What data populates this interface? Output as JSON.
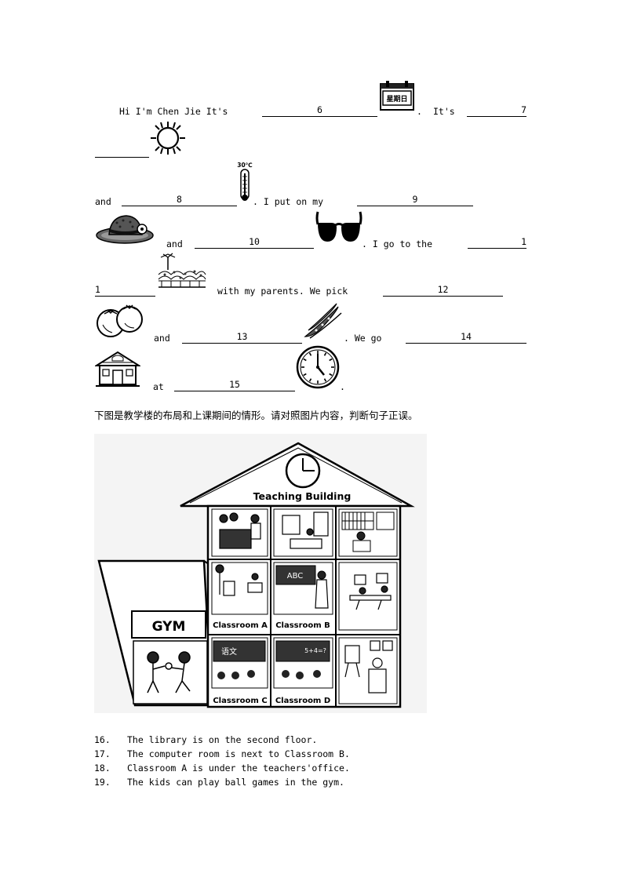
{
  "passage": {
    "line1": {
      "intro": "Hi  I'm  Chen  Jie  It's",
      "blank6": "6",
      "period1": ".",
      "its": "It's",
      "blank7a": "7"
    },
    "line3": {
      "and": "and",
      "blank8": "8",
      "after8": ".   I   put   on   my",
      "blank9": "9"
    },
    "line4": {
      "and": "and",
      "blank10": "10",
      "after10": ".   I   go   to   the",
      "blank11a": "1"
    },
    "line5": {
      "blank11b": "1",
      "after11": "with   my   parents.   We   pick",
      "blank12": "12"
    },
    "line6": {
      "and": "and",
      "blank13": "13",
      "after13": ".   We   go",
      "blank14": "14"
    },
    "line7": {
      "at": "at",
      "blank15": "15",
      "end": "."
    }
  },
  "images": {
    "calendar_text": "星期日",
    "thermometer_text": "30℃"
  },
  "section2": {
    "instruction": "下图是教学楼的布局和上课期间的情形。请对照图片内容，判断句子正误。"
  },
  "building": {
    "title": "Teaching Building",
    "gym": "GYM",
    "room_a": "Classroom A",
    "room_b": "Classroom B",
    "room_c": "Classroom C",
    "room_d": "Classroom D",
    "board_b": "ABC",
    "board_c": "语文",
    "board_d": "5+4=?"
  },
  "questions": [
    {
      "num": "16.",
      "text": "The   library   is   on   the   second   floor."
    },
    {
      "num": "17.",
      "text": "The   computer   room   is   next   to   Classroom   B."
    },
    {
      "num": "18.",
      "text": "Classroom   A   is   under   the   teachers'office."
    },
    {
      "num": "19.",
      "text": "The   kids   can   play   ball   games   in   the   gym."
    }
  ]
}
